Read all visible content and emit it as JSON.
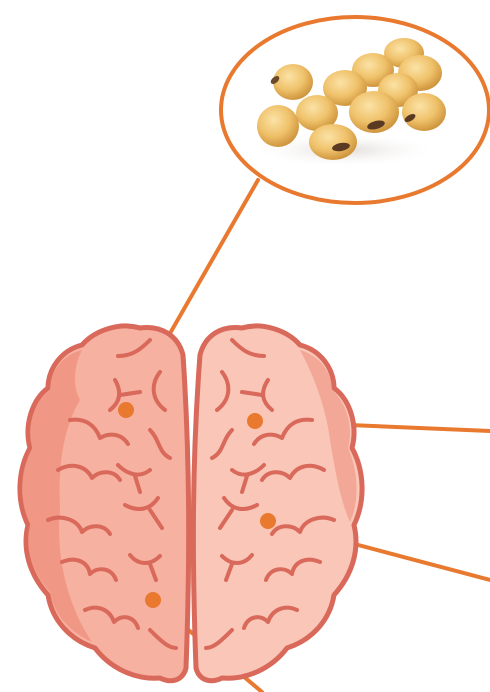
{
  "colors": {
    "background": "#ffffff",
    "connector": "#e8792f",
    "callout_outline": "#e8792f",
    "brain_fill": "#f6b1a0",
    "brain_fill_light": "#f9c6b8",
    "brain_shade": "#ef8f7c",
    "brain_outline": "#d9695a",
    "bean": "#efc16a",
    "bean_shadow": "#c98e36",
    "bean_hilum": "#5a3a22"
  },
  "illustration": {
    "subject": "brain-diagram",
    "callout_content": "soybeans",
    "connector_count": 4
  }
}
